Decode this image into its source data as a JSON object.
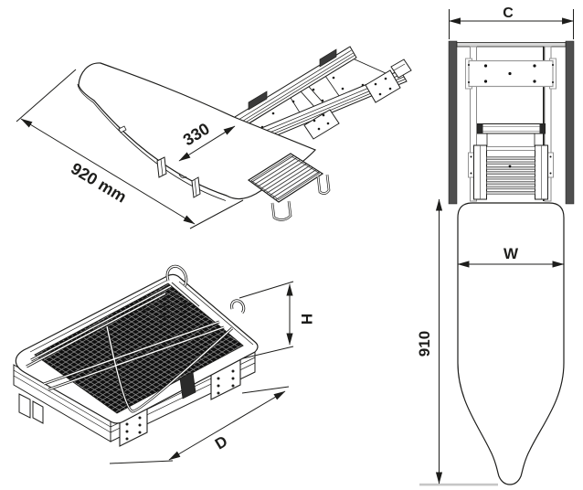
{
  "drawing": {
    "type": "technical-diagram",
    "subject": "pull-out folding ironing board for cabinet",
    "dimensions": {
      "board_length": "920 mm",
      "board_width_iso": "330",
      "cabinet_width": "C",
      "board_width_plan": "W",
      "extension_length": "910",
      "folded_height": "H",
      "folded_depth": "D"
    },
    "colors": {
      "line": "#1d1d1b",
      "cabinet_wall": "#4f4f4f",
      "light_gray": "#c6c6c6",
      "rack_bar_gray": "#c9c9c9",
      "mesh_dark": "#101010"
    }
  }
}
